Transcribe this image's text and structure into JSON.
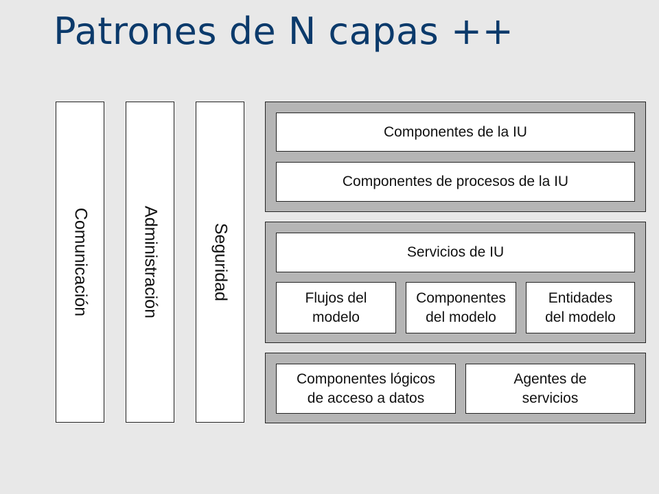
{
  "title": "Patrones de N capas ++",
  "crosscutting": [
    {
      "label": "Comunicación"
    },
    {
      "label": "Administración"
    },
    {
      "label": "Seguridad"
    }
  ],
  "presentation": {
    "ui_components": "Componentes de la IU",
    "ui_process_components": "Componentes de procesos de la IU"
  },
  "business": {
    "ui_services": "Servicios de IU",
    "model_flows": [
      "Flujos del",
      "modelo"
    ],
    "model_components": [
      "Componentes",
      "del modelo"
    ],
    "model_entities": [
      "Entidades",
      "del modelo"
    ]
  },
  "data": {
    "data_access_components": [
      "Componentes lógicos",
      "de acceso a datos"
    ],
    "service_agents": [
      "Agentes de",
      "servicios"
    ]
  }
}
